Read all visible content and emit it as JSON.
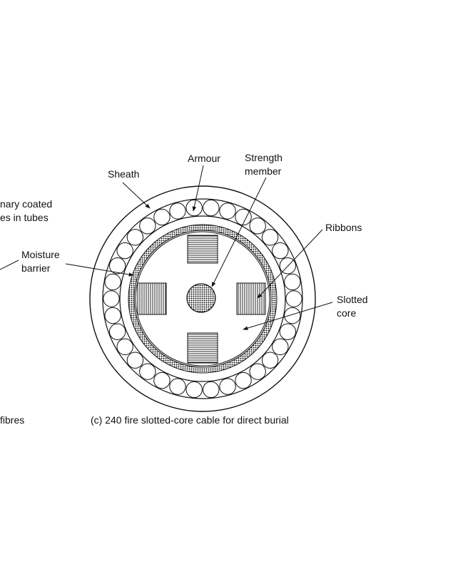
{
  "labels": {
    "sheath": "Sheath",
    "armour": "Armour",
    "strength_member_line1": "Strength",
    "strength_member_line2": "member",
    "ribbons": "Ribbons",
    "slotted_core_line1": "Slotted",
    "slotted_core_line2": "core",
    "moisture_barrier_line1": "Moisture",
    "moisture_barrier_line2": "barrier",
    "partial_primary_line1": "nary coated",
    "partial_primary_line2": "es in tubes"
  },
  "captions": {
    "main": "(c) 240 fire slotted-core cable for direct burial",
    "partial_left": "fibres"
  },
  "colors": {
    "ink": "#111111",
    "paper": "#ffffff"
  }
}
